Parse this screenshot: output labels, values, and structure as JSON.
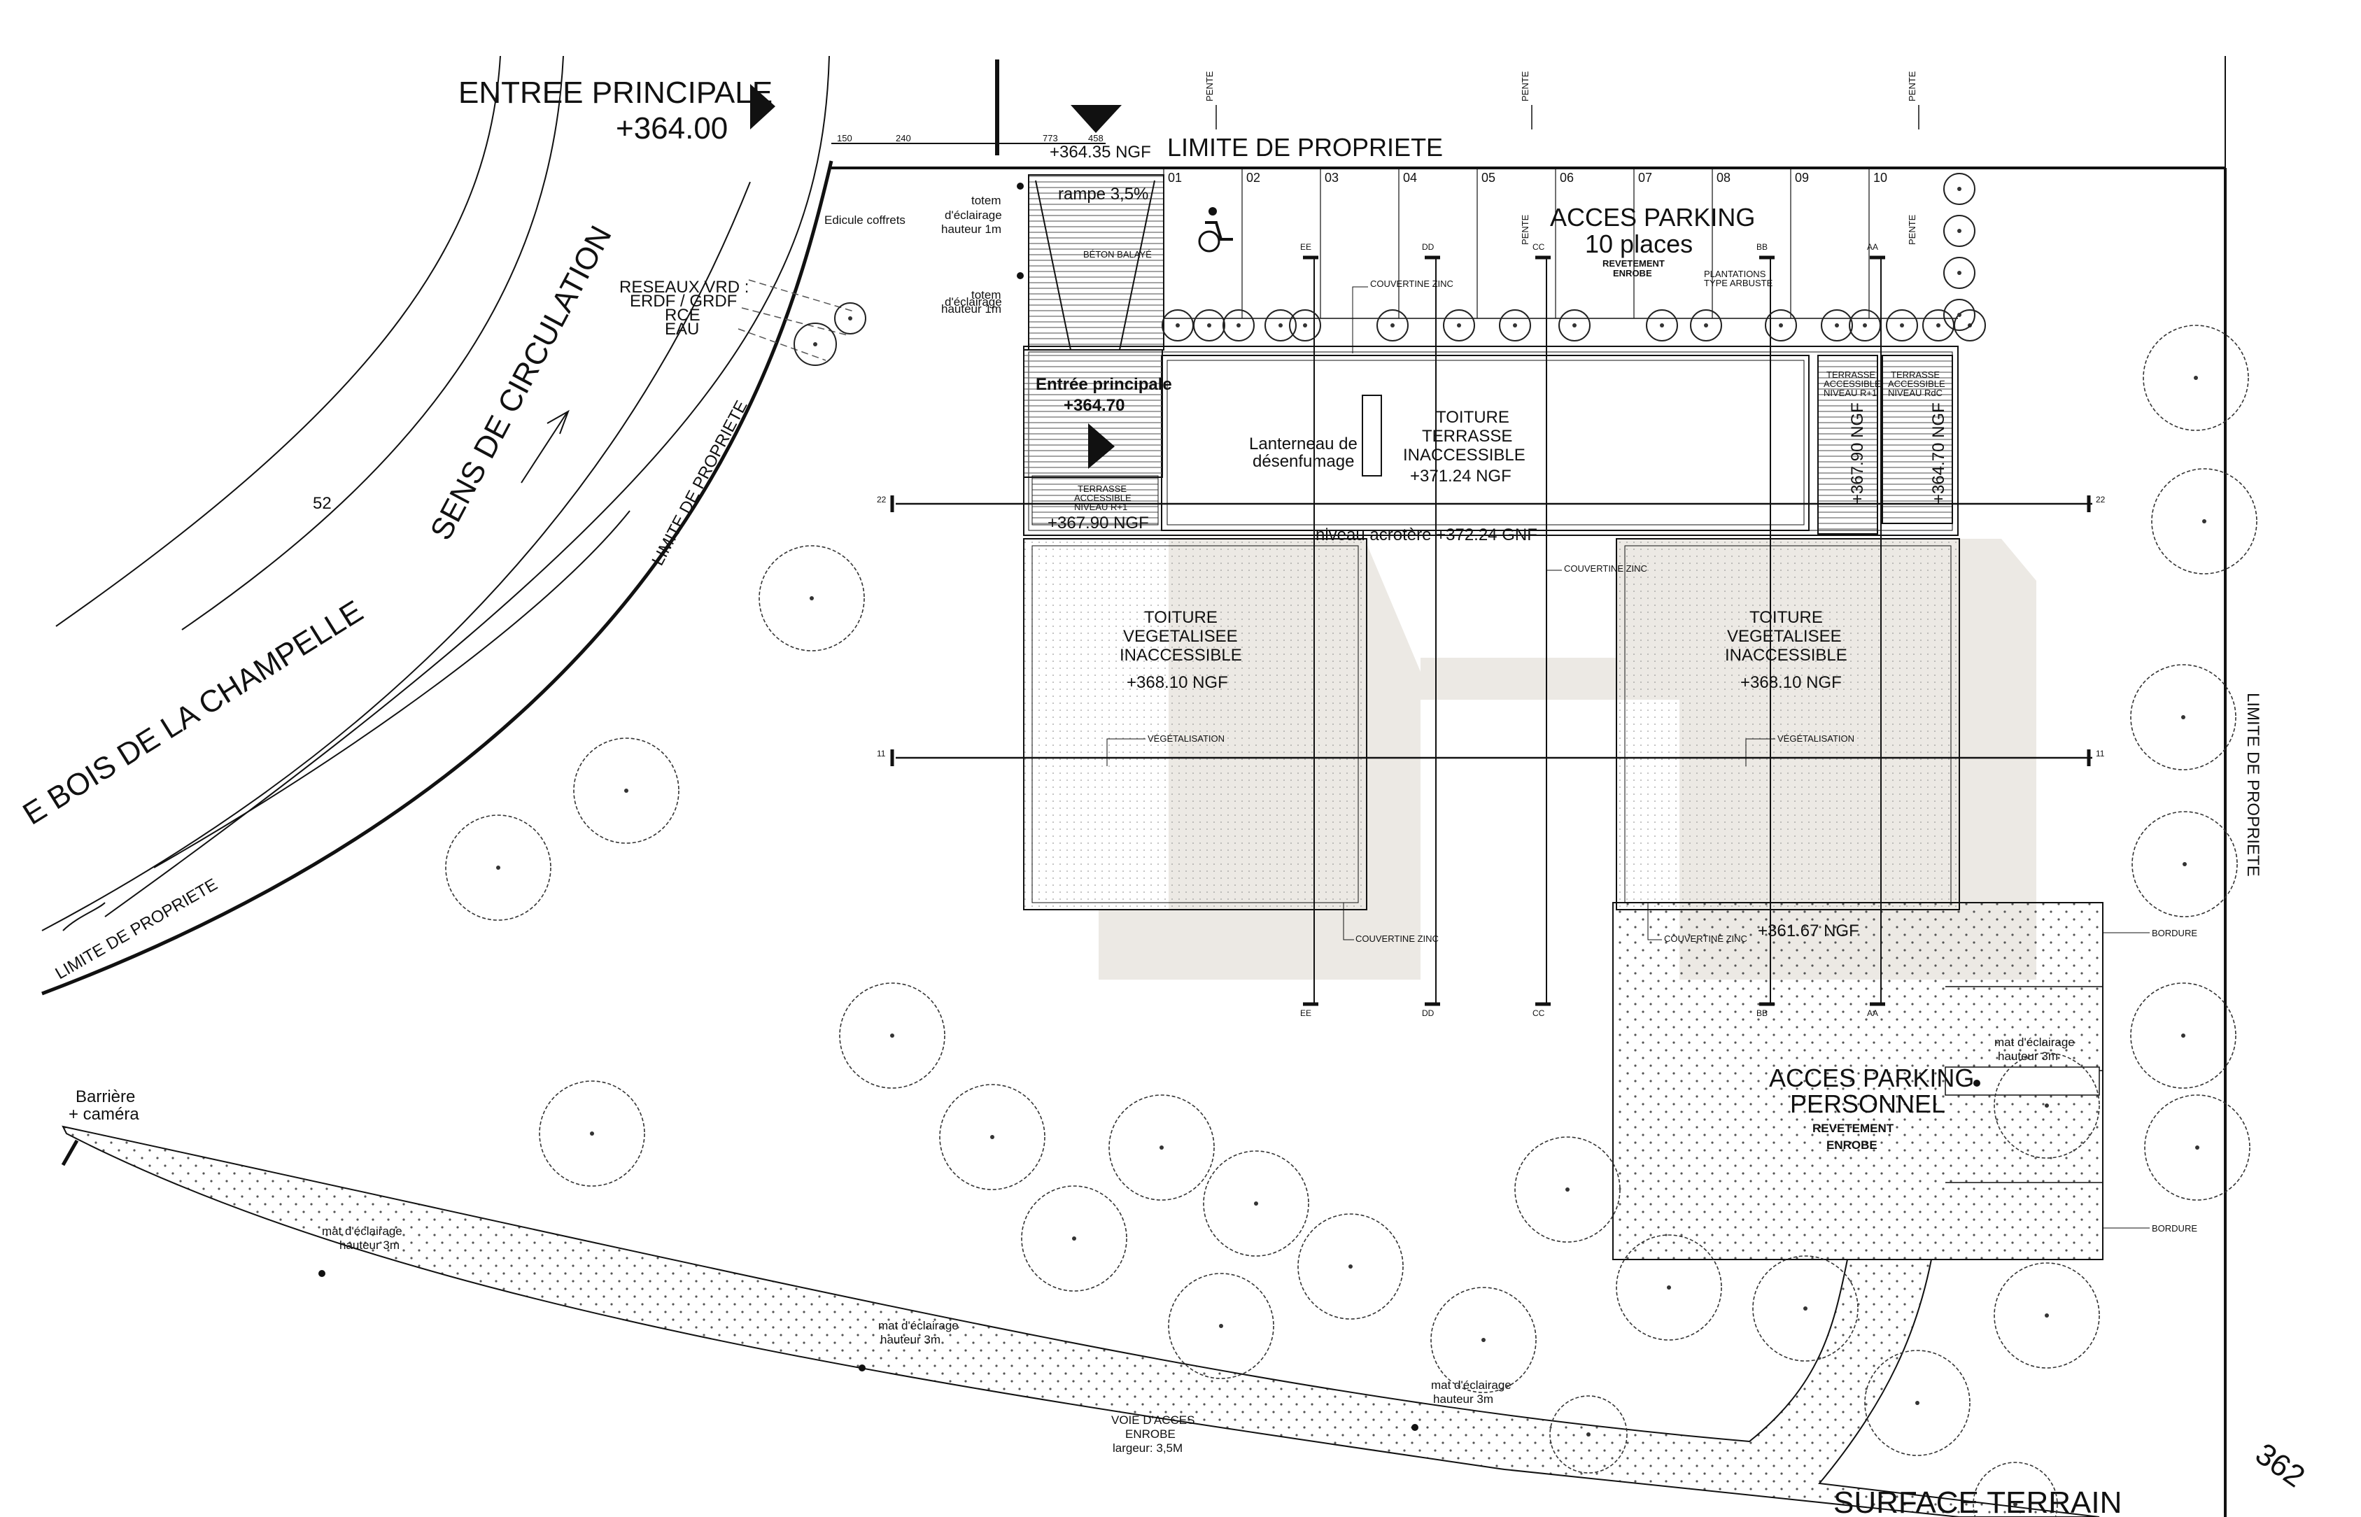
{
  "labels": {
    "entree_principale": "ENTREE PRINCIPALE",
    "entree_level": "+364.00",
    "ngf_entry": "+364.35 NGF",
    "limite_top": "LIMITE DE PROPRIETE",
    "limite_curve": "LIMITE DE PROPRIETE",
    "limite_bottom": "LIMITE DE PROPRIETE",
    "limite_right": "LIMITE DE PROPRIETE",
    "edicule": "Edicule coffrets",
    "totem1_a": "totem",
    "totem1_b": "d'éclairage",
    "totem1_c": "hauteur 1m",
    "totem2_a": "totem",
    "totem2_b": "d'éclairage",
    "totem2_c": "hauteur 1m",
    "rampe": "rampe 3,5%",
    "beton": "BÉTON BALAYÉ",
    "reseaux_a": "RESEAUX VRD :",
    "reseaux_b": "ERDF / GRDF",
    "reseaux_c": "RCE",
    "reseaux_d": "EAU",
    "sens": "SENS DE CIRCULATION",
    "road_num": "52",
    "road_name": "E BOIS DE LA CHAMPELLE",
    "entree_princ_small": "Entrée principale",
    "entree_princ_level": "+364.70",
    "terrasse_small_a": "TERRASSE",
    "terrasse_small_b": "ACCESSIBLE",
    "terrasse_small_c": "NIVEAU R+1",
    "ngf_367_left": "+367.90 NGF",
    "lanterneau_a": "Lanterneau de",
    "lanterneau_b": "désenfumage",
    "toiture_terrasse_a": "TOITURE",
    "toiture_terrasse_b": "TERRASSE",
    "toiture_terrasse_c": "INACCESSIBLE",
    "toiture_terrasse_d": "+371.24 NGF",
    "acrotere": "niveau acrotère +372.24 GNF",
    "couvertine": "COUVERTINE ZINC",
    "veg_left_a": "TOITURE",
    "veg_left_b": "VEGETALISEE",
    "veg_left_c": "INACCESSIBLE",
    "veg_left_d": "+368.10 NGF",
    "veg_right_a": "TOITURE",
    "veg_right_b": "VEGETALISEE",
    "veg_right_c": "INACCESSIBLE",
    "veg_right_d": "+368.10 NGF",
    "vegetalisation": "VÉGÉTALISATION",
    "acces_parking": "ACCES PARKING",
    "places": "10 places",
    "revetement": "REVETEMENT",
    "enrobe": "ENROBE",
    "plantations_a": "PLANTATIONS",
    "plantations_b": "TYPE ARBUSTE",
    "pente": "PENTE",
    "terr_r1_a": "TERRASSE",
    "terr_r1_b": "ACCESSIBLE",
    "terr_r1_c": "NIVEAU R+1",
    "terr_rdc_a": "TERRASSE",
    "terr_rdc_b": "ACCESSIBLE",
    "terr_rdc_c": "NIVEAU RdC",
    "ngf_367_vert": "+367.90 NGF",
    "ngf_364_vert": "+364.70 NGF",
    "ngf_361": "+361.67 NGF",
    "bordure": "BORDURE",
    "mat_a": "mat d'éclairage",
    "mat_b": "hauteur 3m",
    "acces_perso_a": "ACCES PARKING",
    "acces_perso_b": "PERSONNEL",
    "barriere_a": "Barrière",
    "barriere_b": "+ caméra",
    "voie_a": "VOIE D'ACCES",
    "voie_b": "ENROBE",
    "voie_c": "largeur: 3,5M",
    "surface_terrain": "SURFACE TERRAIN",
    "corner_num": "362",
    "dim_150": "150",
    "dim_240": "240",
    "dim_773": "773",
    "dim_458": "458"
  },
  "parking_numbers": [
    "01",
    "02",
    "03",
    "04",
    "05",
    "06",
    "07",
    "08",
    "09",
    "10"
  ],
  "section_marks": [
    "EE",
    "DD",
    "CC",
    "BB",
    "AA"
  ],
  "grid_marks": [
    "22",
    "11"
  ]
}
